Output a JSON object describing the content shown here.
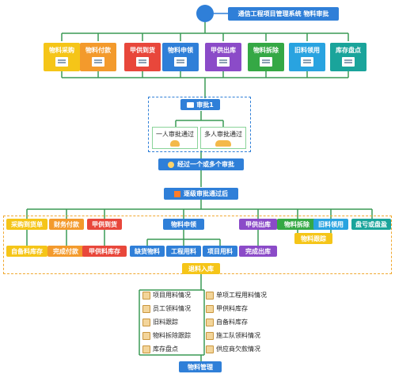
{
  "title": "通信工程项目管理系统 物料审批",
  "colors": {
    "blue": "#2f7fd8",
    "yellow": "#f5c518",
    "orange": "#f39a2c",
    "red": "#e8473b",
    "purple": "#8b4bc8",
    "green": "#35a845",
    "lightblue": "#29a3e0",
    "teal": "#1aa49b",
    "line_blue": "#2f7fd8",
    "line_green": "#3a9a55",
    "line_orange": "#f0a830"
  },
  "top_tiles": [
    {
      "label": "物料采购",
      "color": "#f5c518",
      "icon": "document-icon"
    },
    {
      "label": "物料付款",
      "color": "#f39a2c",
      "icon": "invoice-icon"
    },
    {
      "label": "甲供到货",
      "color": "#e8473b",
      "icon": "truck-icon"
    },
    {
      "label": "物料申领",
      "color": "#2f7fd8",
      "icon": "form-icon"
    },
    {
      "label": "甲供出库",
      "color": "#8b4bc8",
      "icon": "box-icon"
    },
    {
      "label": "物料拆除",
      "color": "#35a845",
      "icon": "tool-icon"
    },
    {
      "label": "旧料领用",
      "color": "#29a3e0",
      "icon": "list-icon"
    },
    {
      "label": "库存盘点",
      "color": "#1aa49b",
      "icon": "inventory-icon"
    }
  ],
  "approval1": {
    "label": "审批1",
    "icon": "approval-icon"
  },
  "single_approve": "一人审批通过",
  "multi_approve": "多人审批通过",
  "step_more": {
    "label": "经过一个或多个审批",
    "icon": "rocket-icon"
  },
  "step_level": {
    "label": "逐级审批通过后",
    "icon": "flag-icon"
  },
  "flow_row1": [
    {
      "label": "采购到货单",
      "color": "#f5c518"
    },
    {
      "label": "财务付款",
      "color": "#f39a2c"
    },
    {
      "label": "甲供到货",
      "color": "#e8473b"
    },
    {
      "label": "物料申领",
      "color": "#2f7fd8"
    },
    {
      "label": "甲供出库",
      "color": "#8b4bc8"
    },
    {
      "label": "物料拆除",
      "color": "#35a845"
    },
    {
      "label": "旧料领用",
      "color": "#29a3e0"
    },
    {
      "label": "盘亏或盘盈",
      "color": "#1aa49b"
    }
  ],
  "flow_row2": [
    {
      "label": "自备料库存",
      "color": "#f5c518"
    },
    {
      "label": "完成付款",
      "color": "#f39a2c"
    },
    {
      "label": "甲供料库存",
      "color": "#e8473b"
    },
    {
      "label": "缺货物料",
      "color": "#2f7fd8"
    },
    {
      "label": "工程用料",
      "color": "#2f7fd8"
    },
    {
      "label": "项目用料",
      "color": "#2f7fd8"
    },
    {
      "label": "完成出库",
      "color": "#8b4bc8"
    },
    {
      "label": "物料跟踪",
      "color": "#f5c518"
    }
  ],
  "return_label": "退料入库",
  "reports_left": [
    "项目用料情况",
    "员工领料情况",
    "旧料跟踪",
    "物料拆除跟踪",
    "库存盘点"
  ],
  "reports_right": [
    "单项工程用料情况",
    "甲供料库存",
    "自备料库存",
    "施工队领料情况",
    "供应商欠款情况"
  ],
  "bottom_label": "物料管理"
}
